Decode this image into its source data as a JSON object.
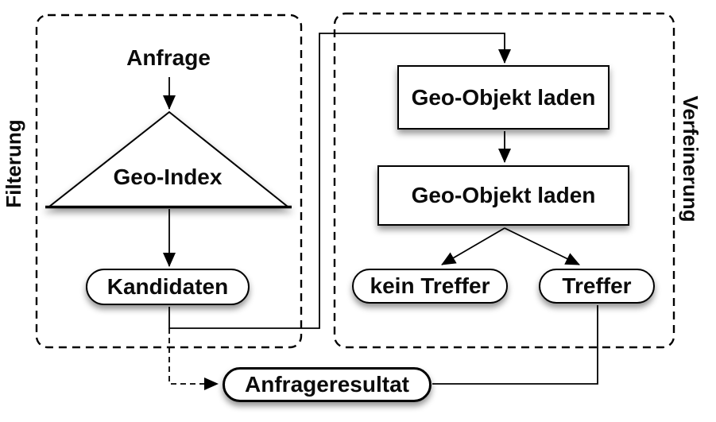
{
  "diagram": {
    "type": "flowchart",
    "colors": {
      "stroke": "#000000",
      "node_fill": "#ffffff",
      "background": "#ffffff",
      "shadow": "rgba(0,0,0,0.42)"
    },
    "regions": {
      "filtering": {
        "label": "Filterung"
      },
      "refinement": {
        "label": "Verfeinerung"
      }
    },
    "nodes": {
      "query": {
        "label": "Anfrage",
        "shape": "text"
      },
      "geo_index": {
        "label": "Geo-Index",
        "shape": "triangle"
      },
      "candidates": {
        "label": "Kandidaten",
        "shape": "pill"
      },
      "load1": {
        "label": "Geo-Objekt laden",
        "shape": "rect"
      },
      "load2": {
        "label": "Geo-Objekt laden",
        "shape": "rect"
      },
      "no_hit": {
        "label": "kein Treffer",
        "shape": "pill"
      },
      "hit": {
        "label": "Treffer",
        "shape": "pill"
      },
      "query_result": {
        "label": "Anfrageresultat",
        "shape": "pill"
      }
    },
    "edges": [
      {
        "from": "query",
        "to": "geo_index",
        "style": "solid-arrow"
      },
      {
        "from": "geo_index",
        "to": "candidates",
        "style": "solid-arrow"
      },
      {
        "from": "candidates",
        "to": "load1",
        "style": "solid-arrow"
      },
      {
        "from": "load1",
        "to": "load2",
        "style": "solid-arrow"
      },
      {
        "from": "load2",
        "to": "no_hit",
        "style": "solid-arrow"
      },
      {
        "from": "load2",
        "to": "hit",
        "style": "solid-arrow"
      },
      {
        "from": "hit",
        "to": "query_result",
        "style": "solid-line"
      },
      {
        "from": "candidates",
        "to": "query_result",
        "style": "dashed-arrow"
      }
    ]
  }
}
